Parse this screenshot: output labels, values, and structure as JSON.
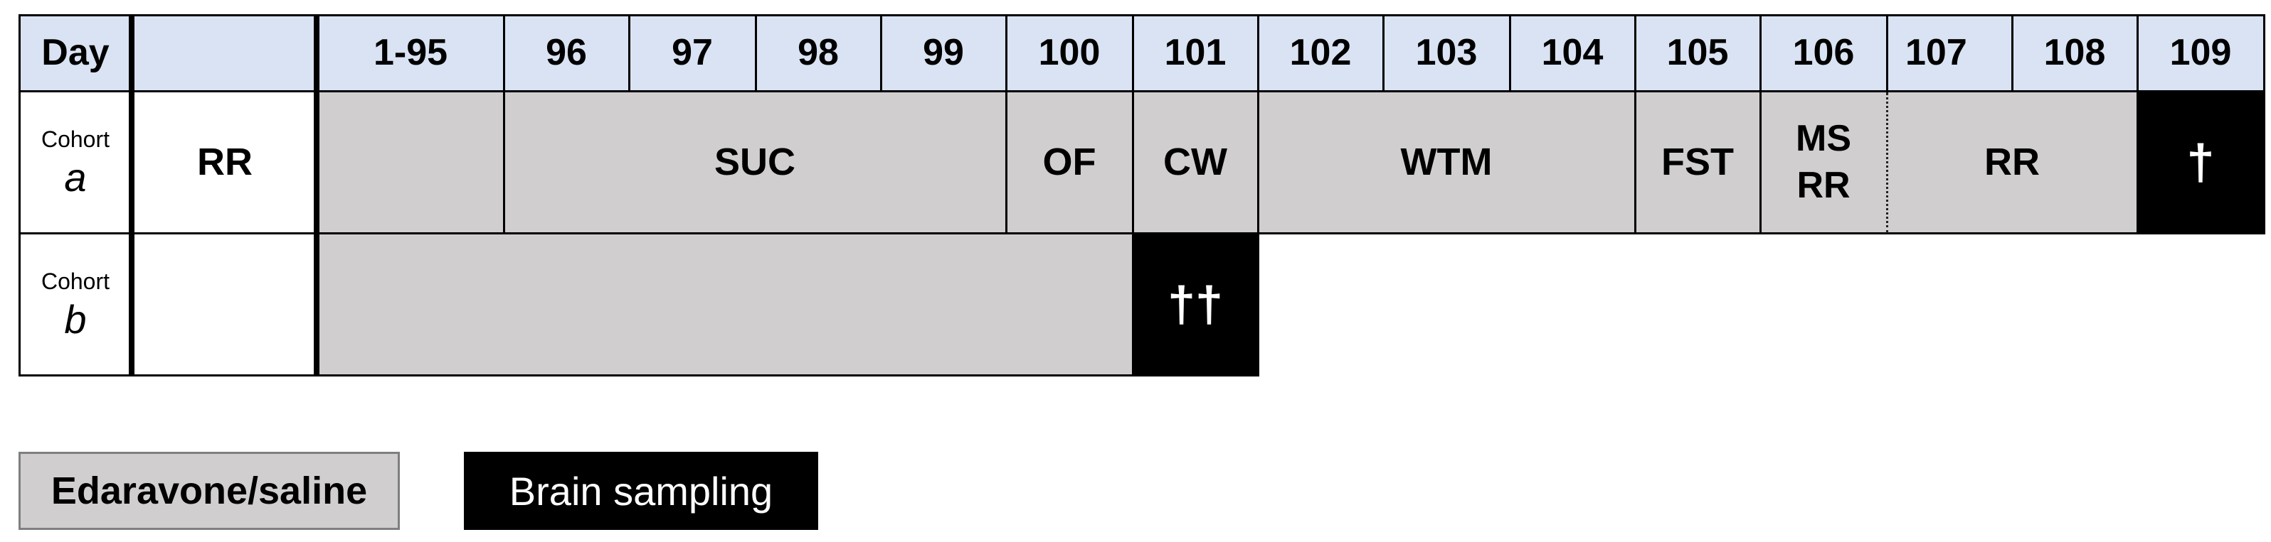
{
  "header": {
    "day_label": "Day",
    "days": [
      "1-95",
      "96",
      "97",
      "98",
      "99",
      "100",
      "101",
      "102",
      "103",
      "104",
      "105",
      "106",
      "107",
      "108",
      "109"
    ]
  },
  "cohort_a": {
    "label_word": "Cohort",
    "label_letter": "a",
    "pre": "RR",
    "tests": {
      "suc": "SUC",
      "of": "OF",
      "cw": "CW",
      "wtm": "WTM",
      "fst": "FST",
      "ms": "MS",
      "ms_rr": "RR",
      "rr": "RR"
    },
    "end_marker": "†"
  },
  "cohort_b": {
    "label_word": "Cohort",
    "label_letter": "b",
    "end_marker": "††"
  },
  "legend": {
    "treatment": "Edaravone/saline",
    "sampling": "Brain sampling"
  },
  "colors": {
    "header_bg": "#dae3f3",
    "treatment_grey": "#d0cece",
    "sampling_black": "#000000"
  }
}
